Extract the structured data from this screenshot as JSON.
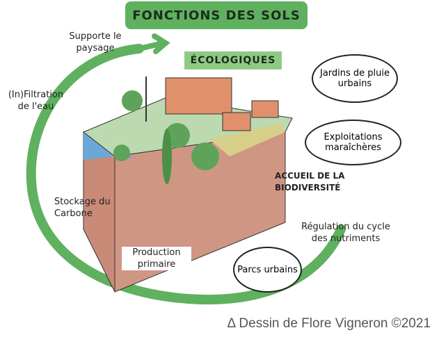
{
  "title": "FONCTIONS DES SOLS",
  "subtitle": "ÉCOLOGIQUES",
  "labels": {
    "supporte": "Supporte le paysage",
    "filtration": "(In)Filtration de l'eau",
    "stockage": "Stockage du Carbone",
    "production": "Production primaire",
    "parcs": "Parcs urbains",
    "regulation": "Régulation du cycle des nutriments",
    "biodiversite": "ACCUEIL DE LA BIODIVERSITÉ",
    "exploitations": "Exploitations maraîchères",
    "jardins": "Jardins de pluie urbains"
  },
  "credit": "Δ Dessin de Flore Vigneron ©2021",
  "colors": {
    "green": "#5fb15f",
    "light_green": "#8fca85",
    "soil": "#c98a78",
    "water": "#6aa8d8"
  }
}
